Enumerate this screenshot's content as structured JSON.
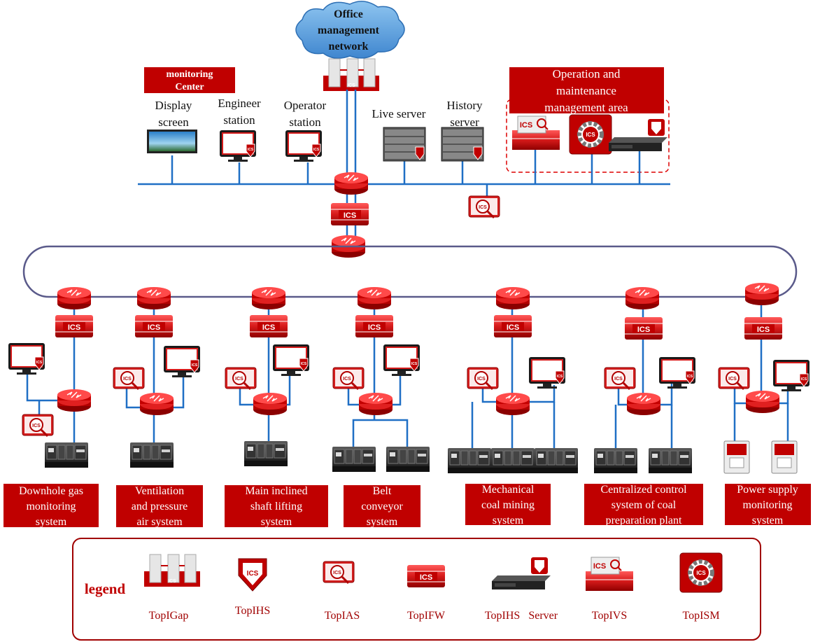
{
  "cloud_label": [
    "Office",
    "management",
    "network"
  ],
  "monitoring_center_label": [
    "monitoring",
    "Center"
  ],
  "top_labels": {
    "display_screen": [
      "Display",
      "screen"
    ],
    "engineer_station": [
      "Engineer",
      "station"
    ],
    "operator_station": [
      "Operator",
      "station"
    ],
    "live_server": [
      "Live server"
    ],
    "history_server": [
      "History",
      "server"
    ]
  },
  "om_area_label": [
    "Operation and",
    "maintenance",
    "management area"
  ],
  "icon_text": "ICS",
  "subsystems": [
    {
      "label": [
        "Downhole gas",
        "monitoring",
        "system"
      ]
    },
    {
      "label": [
        "Ventilation",
        "and pressure",
        "air system"
      ]
    },
    {
      "label": [
        "Main inclined",
        "shaft lifting",
        "system"
      ]
    },
    {
      "label": [
        "Belt",
        "conveyor",
        "system"
      ]
    },
    {
      "label": [
        "Mechanical",
        "coal mining",
        "system"
      ]
    },
    {
      "label": [
        "Centralized control",
        "system of coal",
        "preparation plant"
      ]
    },
    {
      "label": [
        "Power supply",
        "monitoring",
        "system"
      ]
    }
  ],
  "legend": {
    "title": "legend",
    "items": [
      {
        "label": "TopIGap",
        "icon": "gap-icon"
      },
      {
        "label": "TopIHS",
        "icon": "shield-icon"
      },
      {
        "label": "TopIAS",
        "icon": "audit-icon"
      },
      {
        "label": "TopIFW",
        "icon": "firewall-icon"
      },
      {
        "label": "TopIHS   Server",
        "icon": "ihs-server-icon"
      },
      {
        "label": "TopIVS",
        "icon": "ivs-icon"
      },
      {
        "label": "TopISM",
        "icon": "ism-icon"
      }
    ]
  },
  "colors": {
    "brand_red": "#c00000",
    "dark_red": "#8b0000",
    "link_blue": "#1f6fc5",
    "ring": "#5a5a8a"
  }
}
